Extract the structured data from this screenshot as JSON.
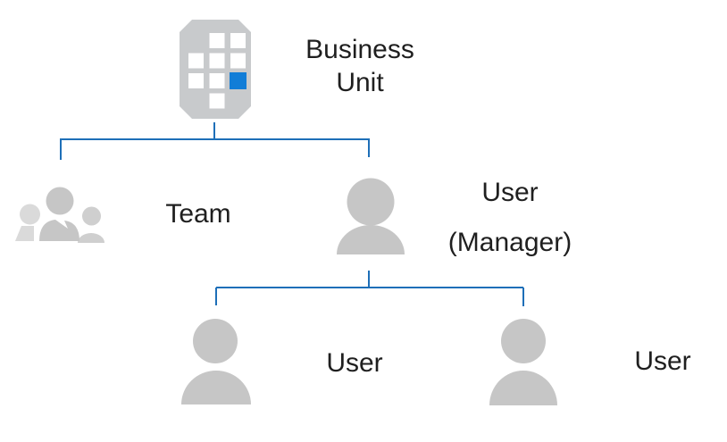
{
  "colors": {
    "background": "#ffffff",
    "connector": "#1e6fb8",
    "icon_gray": "#c6c6c6",
    "icon_gray_light": "#dadada",
    "icon_gray_mid": "#cfcfcf",
    "building_gray": "#c8cacc",
    "accent_blue": "#117dd7",
    "text": "#1f1f1f"
  },
  "diagram": {
    "type": "org-hierarchy",
    "nodes": {
      "business_unit": {
        "icon": "business-unit-building-icon",
        "label_line1": "Business",
        "label_line2": "Unit"
      },
      "team": {
        "icon": "team-people-icon",
        "label": "Team"
      },
      "manager": {
        "icon": "user-person-icon",
        "label_line1": "User",
        "label_line2": "(Manager)"
      },
      "user_left": {
        "icon": "user-person-icon",
        "label": "User"
      },
      "user_right": {
        "icon": "user-person-icon",
        "label": "User"
      }
    },
    "edges": [
      "business_unit -> team",
      "business_unit -> manager",
      "manager -> user_left",
      "manager -> user_right"
    ]
  }
}
